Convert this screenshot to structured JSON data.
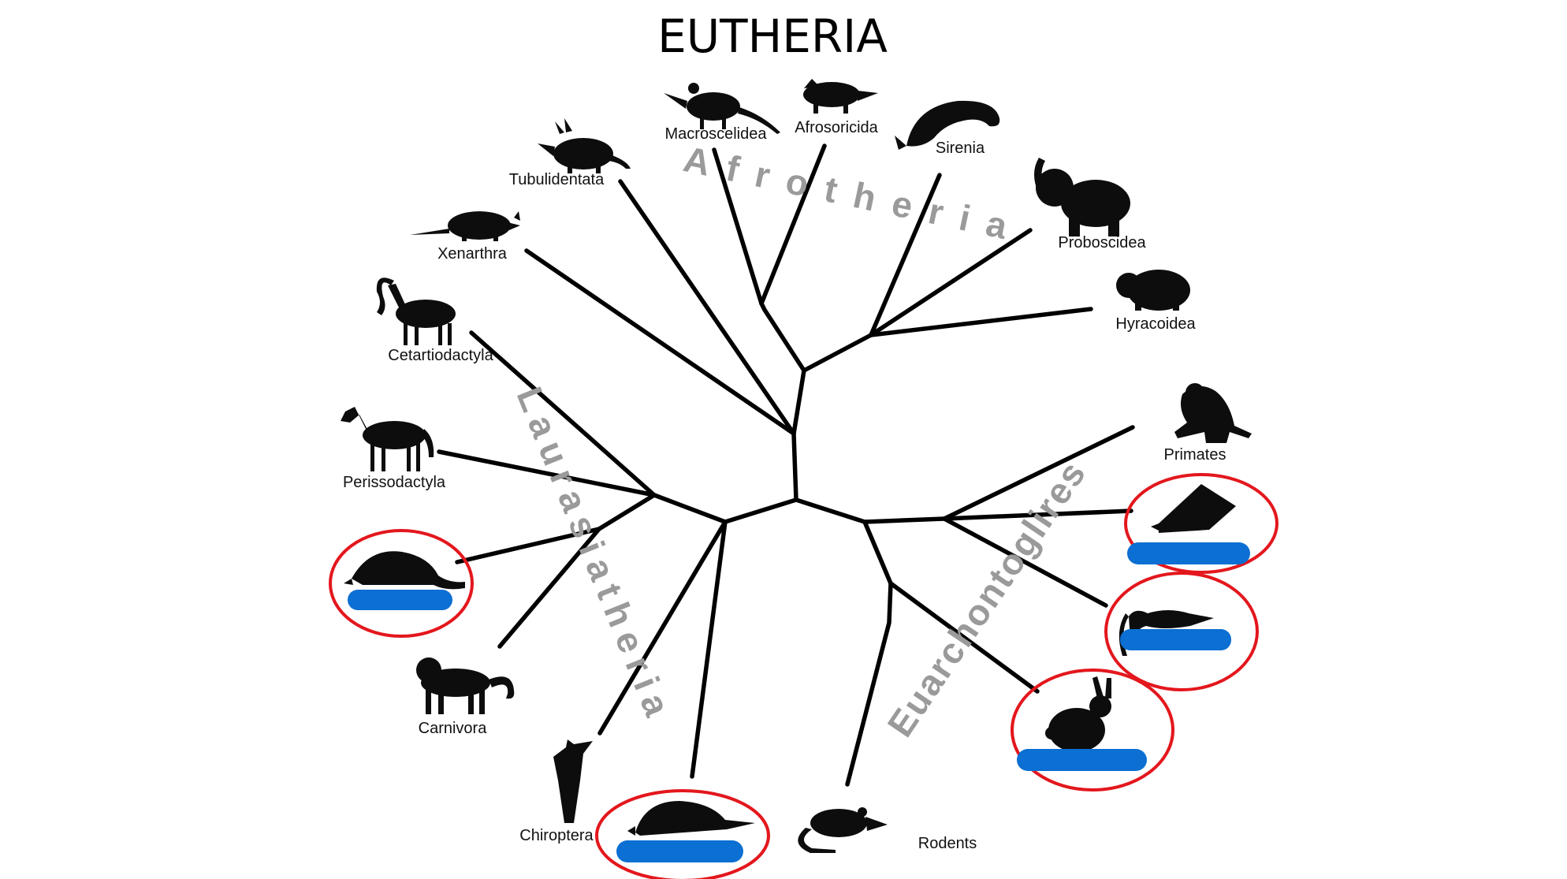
{
  "title": "EUTHERIA",
  "clades": {
    "afrotheria": "Afrotheria",
    "laurasiatheria": "Laurasiatheria",
    "euarchontoglires": "Euarchontoglires"
  },
  "taxa": {
    "macroscelidea": "Macroscelidea",
    "afrosoricida": "Afrosoricida",
    "sirenia": "Sirenia",
    "tubulidentata": "Tubulidentata",
    "proboscidea": "Proboscidea",
    "xenarthra": "Xenarthra",
    "hyracoidea": "Hyracoidea",
    "cetartiodactyla": "Cetartiodactyla",
    "primates": "Primates",
    "perissodactyla": "Perissodactyla",
    "carnivora": "Carnivora",
    "chiroptera": "Chiroptera",
    "rodents": "Rodents"
  },
  "colors": {
    "highlight_ring": "#e3171d",
    "label_mask": "#0b6fd3",
    "clade_label": "#9a9a9a",
    "branch": "#000000"
  },
  "highlighted": [
    "pangolin",
    "mole",
    "colugo",
    "treeshrew",
    "rabbit"
  ]
}
